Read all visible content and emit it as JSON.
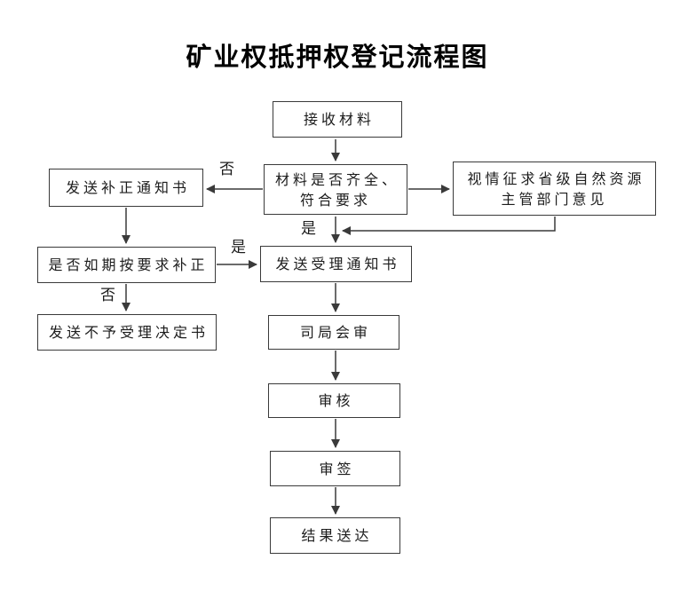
{
  "title": "矿业权抵押权登记流程图",
  "flowchart": {
    "nodes": [
      {
        "id": "receive",
        "label": "接收材料"
      },
      {
        "id": "check",
        "label": "材料是否齐全、\n符合要求"
      },
      {
        "id": "supplement-notice",
        "label": "发送补正通知书"
      },
      {
        "id": "consult",
        "label": "视情征求省级自然资源\n主管部门意见"
      },
      {
        "id": "supplement-check",
        "label": "是否如期按要求补正"
      },
      {
        "id": "accept-notice",
        "label": "发送受理通知书"
      },
      {
        "id": "reject-notice",
        "label": "发送不予受理决定书"
      },
      {
        "id": "joint-review",
        "label": "司局会审"
      },
      {
        "id": "review",
        "label": "审核"
      },
      {
        "id": "sign",
        "label": "审签"
      },
      {
        "id": "deliver",
        "label": "结果送达"
      }
    ],
    "edges": [
      {
        "from": "receive",
        "to": "check",
        "label": ""
      },
      {
        "from": "check",
        "to": "supplement-notice",
        "label": "否"
      },
      {
        "from": "check",
        "to": "consult",
        "label": ""
      },
      {
        "from": "check",
        "to": "accept-notice",
        "label": "是"
      },
      {
        "from": "consult",
        "to": "accept-notice",
        "label": ""
      },
      {
        "from": "supplement-notice",
        "to": "supplement-check",
        "label": ""
      },
      {
        "from": "supplement-check",
        "to": "accept-notice",
        "label": "是"
      },
      {
        "from": "supplement-check",
        "to": "reject-notice",
        "label": "否"
      },
      {
        "from": "accept-notice",
        "to": "joint-review",
        "label": ""
      },
      {
        "from": "joint-review",
        "to": "review",
        "label": ""
      },
      {
        "from": "review",
        "to": "sign",
        "label": ""
      },
      {
        "from": "sign",
        "to": "deliver",
        "label": ""
      }
    ],
    "colors": {
      "stroke": "#3a3a3a",
      "text": "#1c1c1c",
      "background": "#ffffff"
    }
  }
}
